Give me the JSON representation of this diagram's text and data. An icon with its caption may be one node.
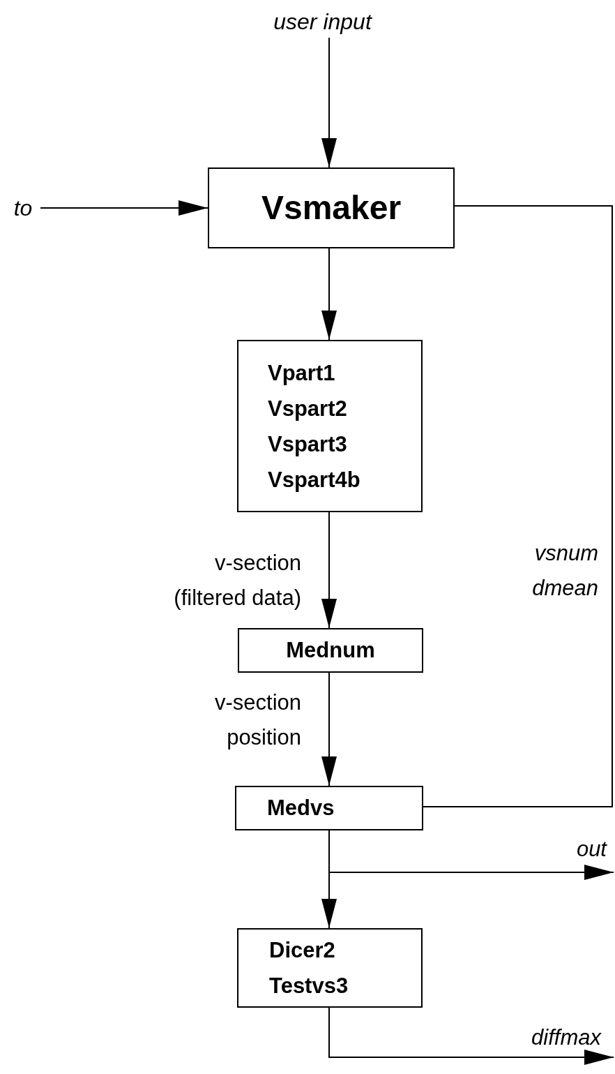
{
  "diagram": {
    "nodes": [
      {
        "text": [
          "user input"
        ]
      },
      {
        "text": [
          "to"
        ]
      },
      {
        "text": [
          "Vsmaker"
        ]
      },
      {
        "text": [
          "Vpart1",
          "Vspart2",
          "Vspart3",
          "Vspart4b"
        ]
      },
      {
        "text": [
          "Mednum"
        ]
      },
      {
        "text": [
          "Medvs"
        ]
      },
      {
        "text": [
          "Dicer2",
          "Testvs3"
        ]
      }
    ],
    "edges": [
      {
        "from": 0,
        "to": 2,
        "arrow": "to"
      },
      {
        "from": 1,
        "to": 2,
        "arrow": "to"
      },
      {
        "from": 2,
        "to": 3,
        "arrow": "to"
      },
      {
        "from": 3,
        "to": 4,
        "label": "v-section (filtered data)",
        "arrow": "to"
      },
      {
        "from": 4,
        "to": 5,
        "label": "v-section position",
        "arrow": "to"
      },
      {
        "from": 5,
        "to": 6,
        "arrow": "to"
      },
      {
        "from": 5,
        "to": null,
        "label": "out",
        "arrow": "to"
      },
      {
        "from": 6,
        "to": null,
        "label": "diffmax",
        "arrow": "to"
      },
      {
        "from": 2,
        "to": 5,
        "label": "vsnum dmean",
        "arrow": "none"
      }
    ]
  }
}
